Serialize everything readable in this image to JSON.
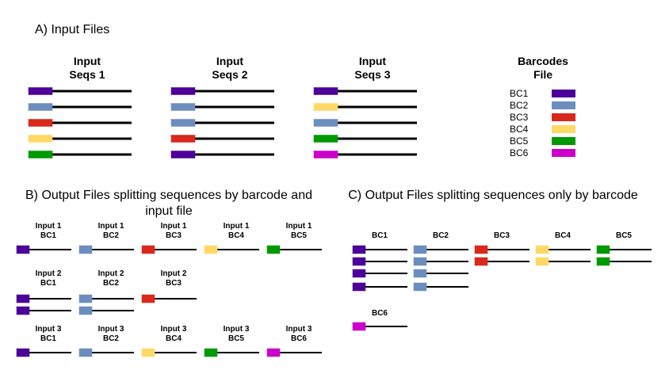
{
  "colors": {
    "BC1": "#4c0099",
    "BC2": "#6c8ebf",
    "BC3": "#d9281c",
    "BC4": "#ffd966",
    "BC5": "#009900",
    "BC6": "#cc00cc"
  },
  "section_a": {
    "title": "A) Input Files",
    "inputs": [
      {
        "title": [
          "Input",
          "Seqs 1"
        ],
        "barcodes": [
          "BC1",
          "BC2",
          "BC3",
          "BC4",
          "BC5"
        ]
      },
      {
        "title": [
          "Input",
          "Seqs 2"
        ],
        "barcodes": [
          "BC1",
          "BC2",
          "BC2",
          "BC3",
          "BC1"
        ]
      },
      {
        "title": [
          "Input",
          "Seqs 3"
        ],
        "barcodes": [
          "BC1",
          "BC4",
          "BC2",
          "BC5",
          "BC6"
        ]
      }
    ],
    "barcodes_file": {
      "title": [
        "Barcodes",
        "File"
      ],
      "entries": [
        "BC1",
        "BC2",
        "BC3",
        "BC4",
        "BC5",
        "BC6"
      ]
    }
  },
  "section_b": {
    "title": [
      "B) Output Files splitting sequences by barcode and",
      "input file"
    ],
    "groups": [
      {
        "files": [
          {
            "label": [
              "Input 1",
              "BC1"
            ],
            "count": 1,
            "bc": "BC1"
          },
          {
            "label": [
              "Input 1",
              "BC2"
            ],
            "count": 1,
            "bc": "BC2"
          },
          {
            "label": [
              "Input 1",
              "BC3"
            ],
            "count": 1,
            "bc": "BC3"
          },
          {
            "label": [
              "Input 1",
              "BC4"
            ],
            "count": 1,
            "bc": "BC4"
          },
          {
            "label": [
              "Input 1",
              "BC5"
            ],
            "count": 1,
            "bc": "BC5"
          }
        ]
      },
      {
        "files": [
          {
            "label": [
              "Input 2",
              "BC1"
            ],
            "count": 2,
            "bc": "BC1"
          },
          {
            "label": [
              "Input 2",
              "BC2"
            ],
            "count": 2,
            "bc": "BC2"
          },
          {
            "label": [
              "Input 2",
              "BC3"
            ],
            "count": 1,
            "bc": "BC3"
          }
        ]
      },
      {
        "files": [
          {
            "label": [
              "Input 3",
              "BC1"
            ],
            "count": 1,
            "bc": "BC1"
          },
          {
            "label": [
              "Input 3",
              "BC2"
            ],
            "count": 1,
            "bc": "BC2"
          },
          {
            "label": [
              "Input 3",
              "BC4"
            ],
            "count": 1,
            "bc": "BC4"
          },
          {
            "label": [
              "Input 3",
              "BC5"
            ],
            "count": 1,
            "bc": "BC5"
          },
          {
            "label": [
              "Input 3",
              "BC6"
            ],
            "count": 1,
            "bc": "BC6"
          }
        ]
      }
    ]
  },
  "section_c": {
    "title": "C) Output Files splitting sequences only by barcode",
    "files": [
      {
        "label": "BC1",
        "count": 4
      },
      {
        "label": "BC2",
        "count": 4
      },
      {
        "label": "BC3",
        "count": 2
      },
      {
        "label": "BC4",
        "count": 2
      },
      {
        "label": "BC5",
        "count": 2
      },
      {
        "label": "BC6",
        "count": 1
      }
    ]
  }
}
